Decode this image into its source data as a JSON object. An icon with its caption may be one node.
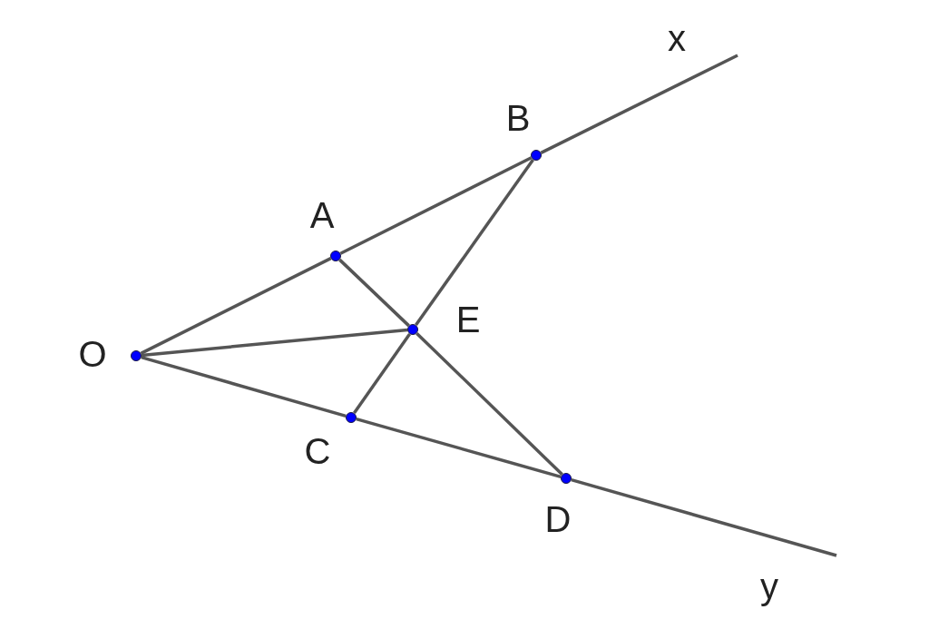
{
  "diagram": {
    "nodes": [
      {
        "text": [],
        "shape": "circle",
        "beside": [
          "O"
        ]
      },
      {
        "text": [],
        "shape": "circle",
        "beside": [
          "A"
        ]
      },
      {
        "text": [],
        "shape": "circle",
        "beside": [
          "B"
        ]
      },
      {
        "text": [],
        "shape": "circle",
        "beside": [
          "E"
        ]
      },
      {
        "text": [],
        "shape": "circle",
        "beside": [
          "C"
        ]
      },
      {
        "text": [],
        "shape": "circle",
        "beside": [
          "D"
        ]
      }
    ],
    "edges": [
      {
        "from": 0,
        "to": 1,
        "arrow": "none"
      },
      {
        "from": 1,
        "to": 2,
        "arrow": "none"
      },
      {
        "from": 2,
        "to": null,
        "arrow": "none"
      },
      {
        "from": 0,
        "to": 4,
        "arrow": "none"
      },
      {
        "from": 4,
        "to": 5,
        "arrow": "none"
      },
      {
        "from": 5,
        "to": null,
        "arrow": "none"
      },
      {
        "from": 0,
        "to": 3,
        "arrow": "none"
      },
      {
        "from": 1,
        "to": 3,
        "arrow": "none"
      },
      {
        "from": 3,
        "to": 5,
        "arrow": "none"
      },
      {
        "from": 2,
        "to": 3,
        "arrow": "none"
      },
      {
        "from": 3,
        "to": 4,
        "arrow": "none"
      }
    ],
    "labels": [
      "x",
      "y"
    ]
  }
}
